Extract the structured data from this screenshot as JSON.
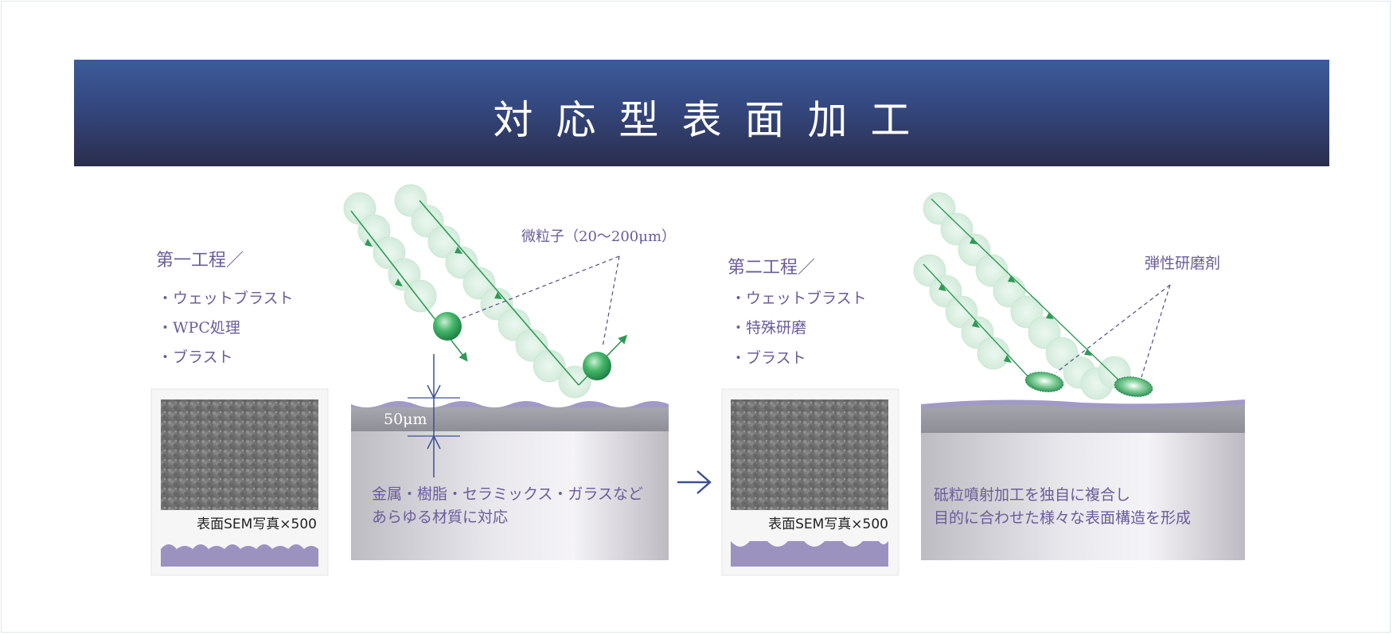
{
  "banner": {
    "title": "対応型表面加工"
  },
  "step1": {
    "heading": "第一工程／",
    "items": [
      "・ウェットブラスト",
      "・WPC処理",
      "・ブラスト"
    ],
    "sem_caption": "表面SEM写真×500"
  },
  "panel1": {
    "particle_label": "微粒子（20〜200μm）",
    "depth_label": "50μm",
    "body_text": [
      "金属・樹脂・セラミックス・ガラスなど",
      "あらゆる材質に対応"
    ]
  },
  "step2": {
    "heading": "第二工程／",
    "items": [
      "・ウェットブラスト",
      "・特殊研磨",
      "・ブラスト"
    ],
    "sem_caption": "表面SEM写真×500"
  },
  "panel2": {
    "abrasive_label": "弾性研磨剤",
    "body_text": [
      "砥粒噴射加工を独自に複合し",
      "目的に合わせた様々な表面構造を形成"
    ]
  },
  "colors": {
    "banner_top": "#3c5b9b",
    "banner_bottom": "#2b2e4d",
    "label_text": "#6b5c99",
    "particle_green": "#2e9a55",
    "layer_purple": "#9b92bf",
    "arrow_blue": "#3c5194"
  },
  "icons": {
    "process_arrow": "right-arrow-icon"
  }
}
